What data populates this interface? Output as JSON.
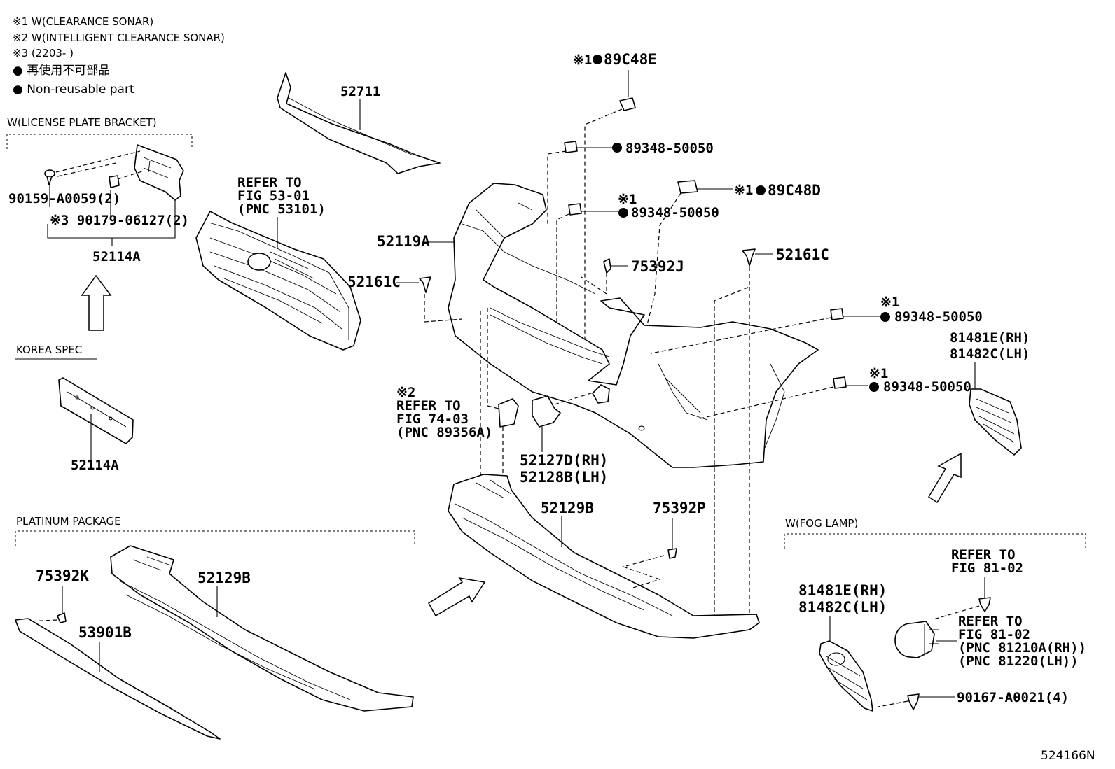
{
  "legend": {
    "note1": "※1 W(CLEARANCE SONAR)",
    "note2": "※2 W(INTELLIGENT CLEARANCE SONAR)",
    "note3": "※3 (2203-     )",
    "nonreusable_jp": "● 再使用不可部品",
    "nonreusable_en": "● Non-reusable part"
  },
  "sections": {
    "license_bracket": "W(LICENSE PLATE BRACKET)",
    "korea_spec": "KOREA SPEC",
    "platinum": "PLATINUM PACKAGE",
    "fog_lamp": "W(FOG LAMP)"
  },
  "labels": {
    "p52711": "52711",
    "refer53_a": "REFER TO",
    "refer53_b": "FIG 53-01",
    "refer53_c": "(PNC 53101)",
    "p90159": "90159-A0059(2)",
    "p90179": "※3 90179-06127(2)",
    "p52114A_top": "52114A",
    "p52114A_bottom": "52114A",
    "p89C48E_mark": "※1",
    "p89C48E": "89C48E",
    "p89348_1": "89348-50050",
    "p89C48D_mark": "※1",
    "p89C48D": "89C48D",
    "p89348_2_mark": "※1",
    "p89348_2": "89348-50050",
    "p52119A": "52119A",
    "p52161C_left": "52161C",
    "p75392J": "75392J",
    "p52161C_right": "52161C",
    "p89348_3_mark": "※1",
    "p89348_3": "89348-50050",
    "p81481E_right": "81481E(RH)",
    "p81482C_right": "81482C(LH)",
    "p89348_4_mark": "※1",
    "p89348_4": "89348-50050",
    "refer74_mark": "※2",
    "refer74_a": "REFER TO",
    "refer74_b": "FIG 74-03",
    "refer74_c": "(PNC 89356A)",
    "p52127D": "52127D(RH)",
    "p52128B": "52128B(LH)",
    "p52129B_center": "52129B",
    "p75392P": "75392P",
    "p75392K": "75392K",
    "p52129B_left": "52129B",
    "p53901B": "53901B",
    "refer81_a": "REFER TO",
    "refer81_b": "FIG 81-02",
    "p81481E_fog": "81481E(RH)",
    "p81482C_fog": "81482C(LH)",
    "refer81_2a": "REFER TO",
    "refer81_2b": "FIG 81-02",
    "refer81_2c": "(PNC 81210A(RH))",
    "refer81_2d": "(PNC 81220(LH))",
    "p90167": "90167-A0021(4)",
    "figure_id": "524166N"
  }
}
